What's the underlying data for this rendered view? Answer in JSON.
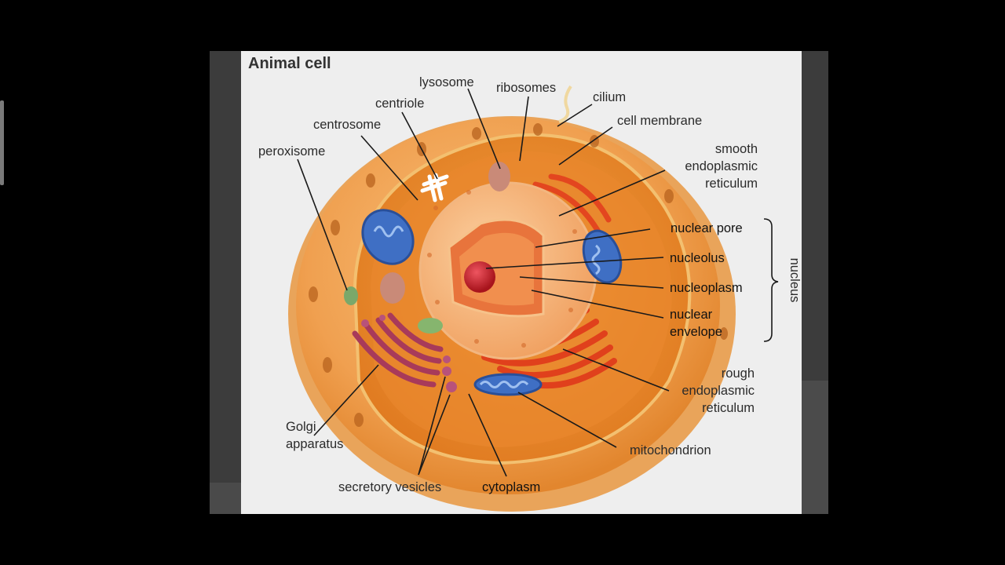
{
  "title": "Animal cell",
  "labels": {
    "lysosome": "lysosome",
    "ribosomes": "ribosomes",
    "cilium": "cilium",
    "centriole": "centriole",
    "centrosome": "centrosome",
    "cell_membrane": "cell membrane",
    "peroxisome": "peroxisome",
    "smooth_er": [
      "smooth",
      "endoplasmic",
      "reticulum"
    ],
    "nuclear_pore": "nuclear pore",
    "nucleolus": "nucleolus",
    "nucleoplasm": "nucleoplasm",
    "nuclear_envelope": [
      "nuclear",
      "envelope"
    ],
    "nucleus": "nucleus",
    "rough_er": [
      "rough",
      "endoplasmic",
      "reticulum"
    ],
    "golgi": [
      "Golgi",
      "apparatus"
    ],
    "mitochondrion": "mitochondrion",
    "secretory_vesicles": "secretory vesicles",
    "cytoplasm": "cytoplasm"
  },
  "colors": {
    "cell_outer": "#f0a050",
    "cell_inner": "#e88a2e",
    "nucleus": "#f5b27a",
    "nucleolus": "#c8222a",
    "er": "#e0401c",
    "mitochondrion": "#3f6fc4",
    "golgi": "#a83a5a"
  }
}
